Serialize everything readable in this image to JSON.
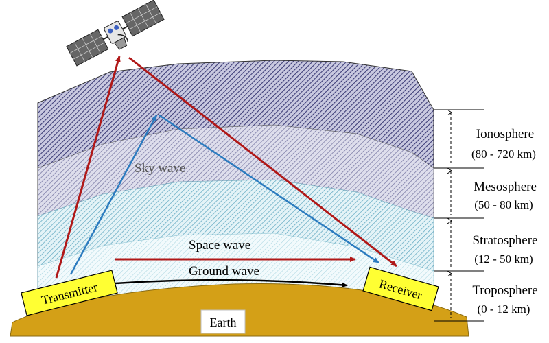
{
  "labels": {
    "sky_wave": "Sky wave",
    "space_wave": "Space wave",
    "ground_wave": "Ground wave",
    "transmitter": "Transmitter",
    "receiver": "Receiver",
    "earth": "Earth"
  },
  "layers": [
    {
      "name": "Ionosphere",
      "range": "(80 - 720 km)"
    },
    {
      "name": "Mesosphere",
      "range": "(50 - 80 km)"
    },
    {
      "name": "Stratosphere",
      "range": "(12 - 50 km)"
    },
    {
      "name": "Troposphere",
      "range": "(0 - 12 km)"
    }
  ],
  "colors": {
    "ionosphere": "#5a5a8c",
    "mesosphere": "#8a8aaa",
    "stratosphere": "#7ab8cc",
    "troposphere": "#b8dde6",
    "earth": "#d4a017",
    "box_fill": "#ffff33",
    "sky_wave": "#2b7bbf",
    "space_wave": "#b01818",
    "ground_wave": "#000000"
  }
}
